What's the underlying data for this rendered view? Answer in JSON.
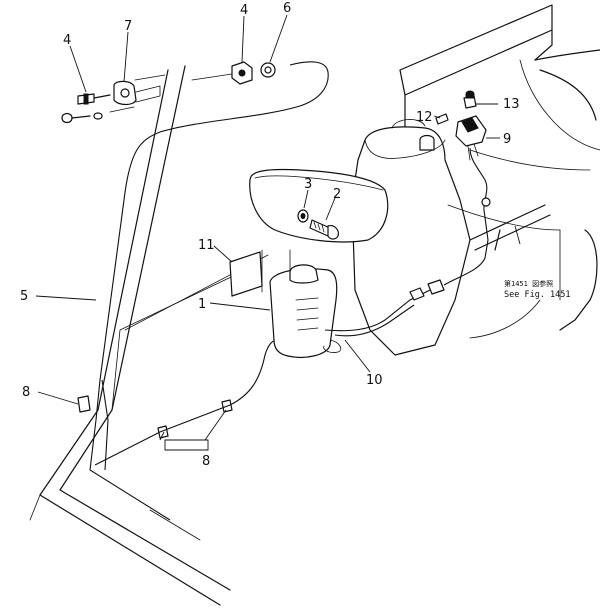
{
  "callouts": {
    "p1": "1",
    "p2": "2",
    "p3": "3",
    "p4a": "4",
    "p4b": "4",
    "p5": "5",
    "p6": "6",
    "p7": "7",
    "p8a": "8",
    "p8b": "8",
    "p9": "9",
    "p10": "10",
    "p11": "11",
    "p12": "12",
    "p13": "13"
  },
  "reference": {
    "jp": "第1451 図参照",
    "en": "See Fig. 1451"
  },
  "icons": [
    "washer-tank",
    "bolt",
    "nut",
    "clip",
    "switch",
    "nozzle",
    "hose",
    "connector",
    "label-plate"
  ]
}
